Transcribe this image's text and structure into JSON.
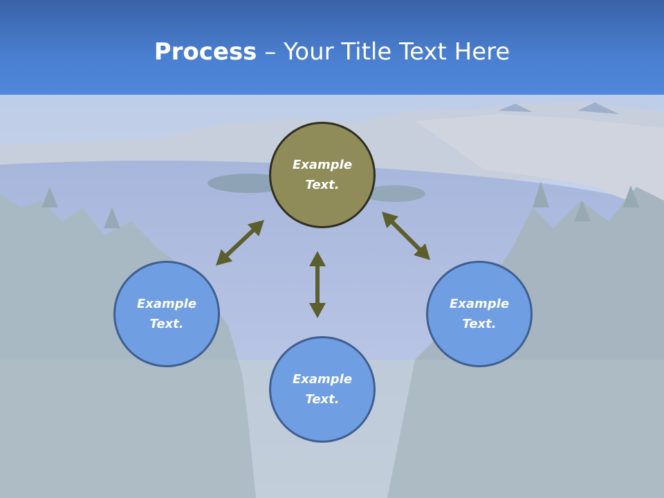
{
  "title": {
    "bold": "Process",
    "rest": " – Your Title Text Here"
  },
  "diagram": {
    "nodes": [
      {
        "text": "Example Text.",
        "color": "#8f8c5a"
      },
      {
        "text": "Example Text.",
        "color": "#6f9ee3"
      },
      {
        "text": "Example Text.",
        "color": "#6f9ee3"
      },
      {
        "text": "Example Text.",
        "color": "#6f9ee3"
      }
    ],
    "arrow_color": "#5c5e2c"
  }
}
